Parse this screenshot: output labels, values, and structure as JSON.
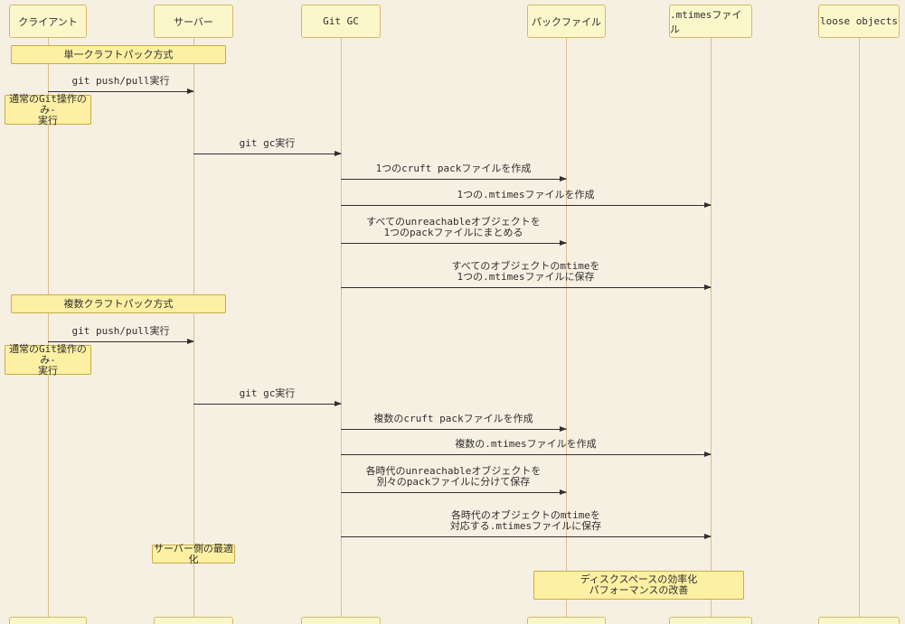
{
  "actors": [
    {
      "label": "クライアント"
    },
    {
      "label": "サーバー"
    },
    {
      "label": "Git GC"
    },
    {
      "label": "パックファイル"
    },
    {
      "label": ".mtimesファイル"
    },
    {
      "label": "loose objects"
    }
  ],
  "notes": [
    {
      "text": "単一クラフトパック方式"
    },
    {
      "text": "通常のGit操作のみ-\n実行"
    },
    {
      "text": "複数クラフトパック方式"
    },
    {
      "text": "通常のGit操作のみ-\n実行"
    },
    {
      "text": "サーバー側の最適化"
    },
    {
      "text": "ディスクスペースの効率化\nパフォーマンスの改善"
    }
  ],
  "messages": [
    {
      "label": "git push/pull実行"
    },
    {
      "label": "git gc実行"
    },
    {
      "label": "1つのcruft packファイルを作成"
    },
    {
      "label": "1つの.mtimesファイルを作成"
    },
    {
      "label": "すべてのunreachableオブジェクトを\n1つのpackファイルにまとめる"
    },
    {
      "label": "すべてのオブジェクトのmtimeを\n1つの.mtimesファイルに保存"
    },
    {
      "label": "git push/pull実行"
    },
    {
      "label": "git gc実行"
    },
    {
      "label": "複数のcruft packファイルを作成"
    },
    {
      "label": "複数の.mtimesファイルを作成"
    },
    {
      "label": "各時代のunreachableオブジェクトを\n別々のpackファイルに分けて保存"
    },
    {
      "label": "各時代のオブジェクトのmtimeを\n対応する.mtimesファイルに保存"
    }
  ],
  "colors": {
    "background": "#f6f0e3",
    "actor_fill": "#fcf6cb",
    "actor_border": "#d3ba6a",
    "note_fill": "#fdf0a3",
    "note_border": "#c7ac45",
    "lifeline": "#d9c08e",
    "arrow": "#2f2f2f"
  }
}
